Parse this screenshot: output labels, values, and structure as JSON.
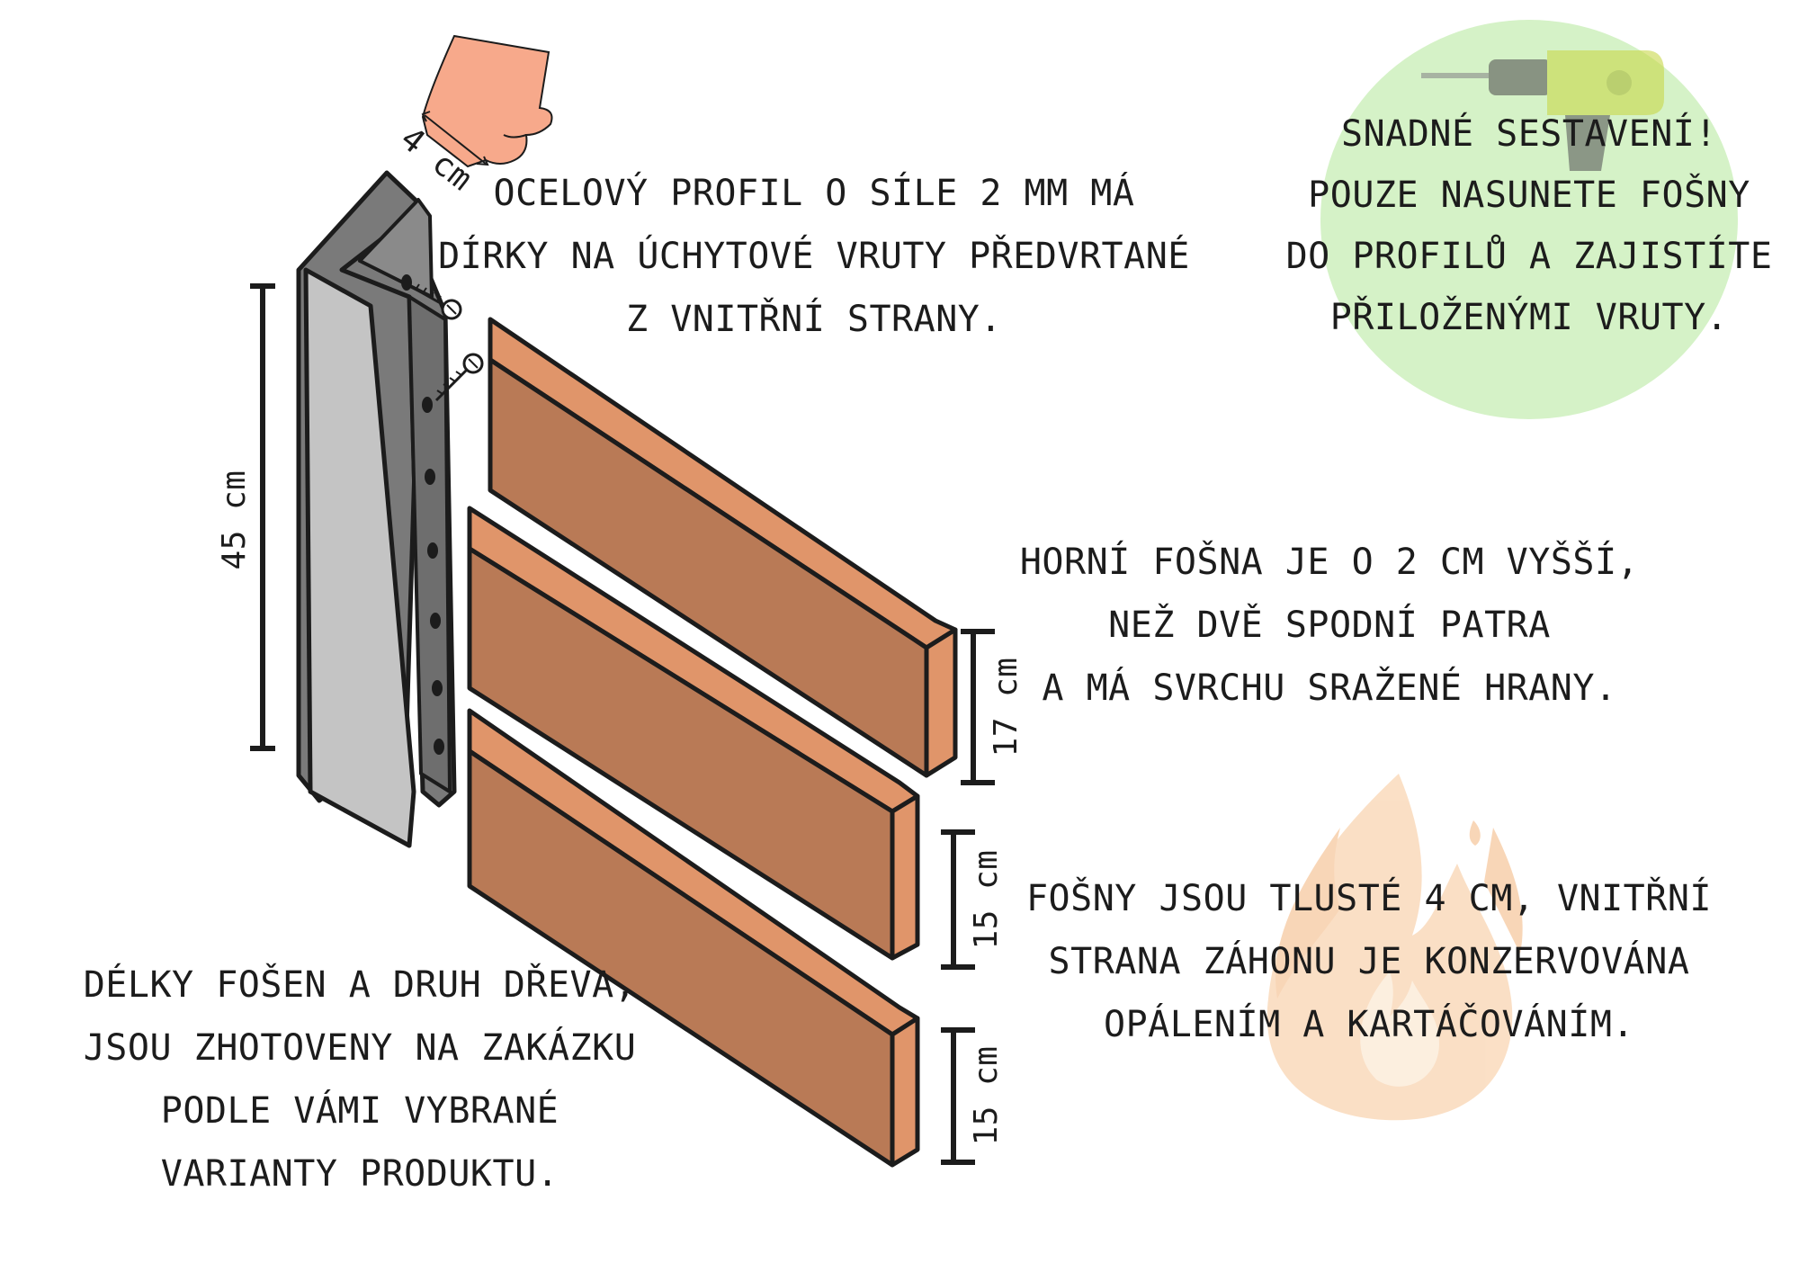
{
  "colors": {
    "steel_dark": "#7a7a7a",
    "steel_light": "#c4c4c4",
    "wood_face": "#b97a56",
    "wood_edge": "#e0956a",
    "hand": "#f7a98b",
    "bubble": "#d5f2c7",
    "flame": "#f5c08a",
    "ink": "#1c1c1c"
  },
  "icons": [
    "hand-icon",
    "screw-icon",
    "drill-icon",
    "flame-icon"
  ],
  "dimensions": {
    "profile_width": "4 cm",
    "profile_height": "45 cm",
    "top_board_height": "17 cm",
    "middle_board_height": "15 cm",
    "bottom_board_height": "15 cm"
  },
  "notes": {
    "profile": [
      "OCELOVÝ PROFIL  O SÍLE 2 MM MÁ",
      "DÍRKY NA ÚCHYTOVÉ VRUTY PŘEDVRTANÉ",
      "Z VNITŘNÍ STRANY."
    ],
    "assembly": [
      "SNADNÉ SESTAVENÍ!",
      "POUZE NASUNETE FOŠNY",
      "DO PROFILŮ A ZAJISTÍTE",
      "PŘILOŽENÝMI VRUTY."
    ],
    "top_board": [
      "HORNÍ FOŠNA JE O 2 CM VYŠŠÍ,",
      "NEŽ DVĚ SPODNÍ PATRA",
      "A MÁ SVRCHU SRAŽENÉ HRANY."
    ],
    "thickness": [
      "FOŠNY JSOU TLUSTÉ 4  CM, VNITŘNÍ",
      "STRANA ZÁHONU JE KONZERVOVÁNA",
      "OPÁLENÍM A KARTÁČOVÁNÍM."
    ],
    "custom": [
      "DÉLKY FOŠEN A DRUH DŘEVA,",
      "JSOU ZHOTOVENY NA ZAKÁZKU",
      "PODLE VÁMI VYBRANÉ",
      "VARIANTY PRODUKTU."
    ]
  }
}
